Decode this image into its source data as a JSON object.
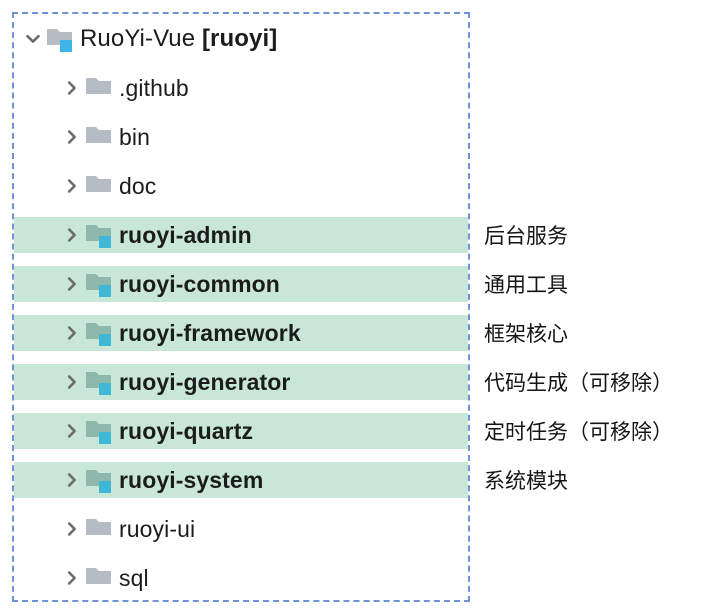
{
  "panel": {
    "border_color": "#6f93d4",
    "highlight_color": "#c9e7d9"
  },
  "tree": {
    "root": {
      "name": "root-node",
      "project": "RuoYi-Vue ",
      "tag": "[ruoyi]",
      "twisty": "chevron-down-icon",
      "icon": "module-folder-icon",
      "expanded": true
    },
    "items": [
      {
        "label": ".github",
        "icon": "folder-icon",
        "twisty": "chevron-right-icon",
        "module": false,
        "note": ""
      },
      {
        "label": "bin",
        "icon": "folder-icon",
        "twisty": "chevron-right-icon",
        "module": false,
        "note": ""
      },
      {
        "label": "doc",
        "icon": "folder-icon",
        "twisty": "chevron-right-icon",
        "module": false,
        "note": ""
      },
      {
        "label": "ruoyi-admin",
        "icon": "module-folder-icon",
        "twisty": "chevron-right-icon",
        "module": true,
        "note": "后台服务"
      },
      {
        "label": "ruoyi-common",
        "icon": "module-folder-icon",
        "twisty": "chevron-right-icon",
        "module": true,
        "note": "通用工具"
      },
      {
        "label": "ruoyi-framework",
        "icon": "module-folder-icon",
        "twisty": "chevron-right-icon",
        "module": true,
        "note": "框架核心"
      },
      {
        "label": "ruoyi-generator",
        "icon": "module-folder-icon",
        "twisty": "chevron-right-icon",
        "module": true,
        "note": "代码生成（可移除）"
      },
      {
        "label": "ruoyi-quartz",
        "icon": "module-folder-icon",
        "twisty": "chevron-right-icon",
        "module": true,
        "note": "定时任务（可移除）"
      },
      {
        "label": "ruoyi-system",
        "icon": "module-folder-icon",
        "twisty": "chevron-right-icon",
        "module": true,
        "note": "系统模块"
      },
      {
        "label": "ruoyi-ui",
        "icon": "folder-icon",
        "twisty": "chevron-right-icon",
        "module": false,
        "note": ""
      },
      {
        "label": "sql",
        "icon": "folder-icon",
        "twisty": "chevron-right-icon",
        "module": false,
        "note": ""
      }
    ]
  }
}
